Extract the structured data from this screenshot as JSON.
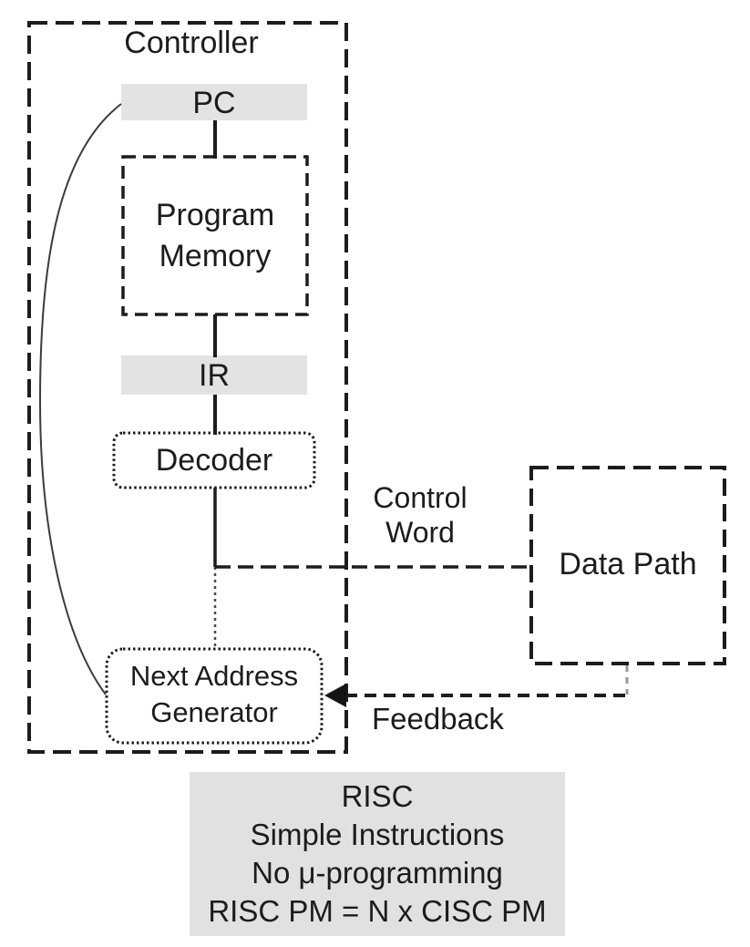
{
  "diagram": {
    "controller": {
      "label": "Controller"
    },
    "pc": {
      "label": "PC"
    },
    "program_memory": {
      "label": "Program\nMemory"
    },
    "ir": {
      "label": "IR"
    },
    "decoder": {
      "label": "Decoder"
    },
    "next_address_generator": {
      "label": "Next Address\nGenerator"
    },
    "data_path": {
      "label": "Data Path"
    },
    "control_word": {
      "label": "Control\nWord"
    },
    "feedback": {
      "label": "Feedback"
    },
    "note": {
      "lines": [
        "RISC",
        "Simple Instructions",
        "No μ-programming",
        "RISC PM = N x CISC PM"
      ]
    }
  },
  "colors": {
    "line": "#1c1c1c",
    "register_fill": "#e3e3e3",
    "note_fill": "#e1e1e1",
    "background": "#ffffff"
  }
}
